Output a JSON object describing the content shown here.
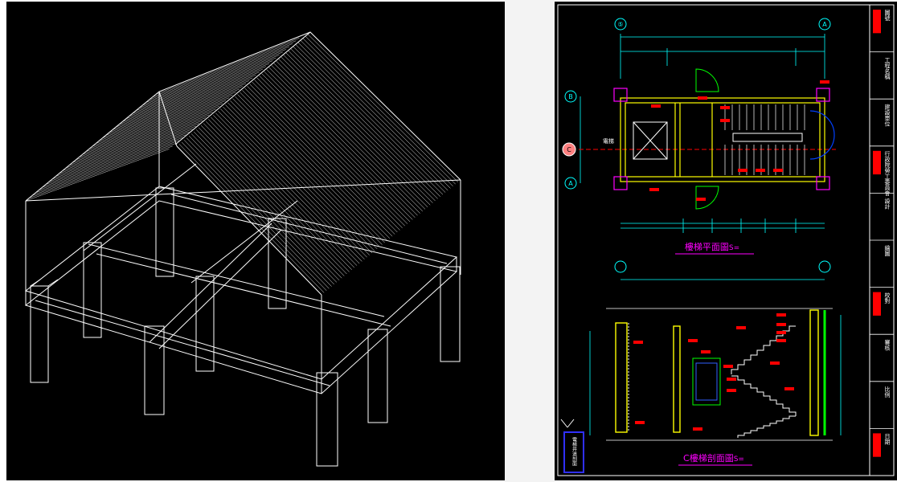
{
  "drawings": {
    "plan": {
      "title": "樓梯平面圖",
      "scale": "S=",
      "axis_top": [
        "⑤",
        "A"
      ],
      "axis_left": [
        "B",
        "A"
      ],
      "section_marker": "C",
      "room_label": "電梯"
    },
    "section": {
      "title": "C樓梯剖面圖",
      "scale": "S="
    },
    "stamp": "電梯井道剖面",
    "title_block": {
      "cells": [
        "圖號",
        "工程名稱",
        "建設單位",
        "行政院勞工委員會",
        "設計",
        "繪圖",
        "校對",
        "審核",
        "比例",
        "日期"
      ]
    }
  },
  "colors": {
    "background": "#000000",
    "wireframe": "#ffffff",
    "cyan": "#00ffff",
    "yellow": "#ffff00",
    "red": "#ff0000",
    "green": "#00ff00",
    "magenta": "#ff00ff",
    "blue": "#3030ff"
  }
}
